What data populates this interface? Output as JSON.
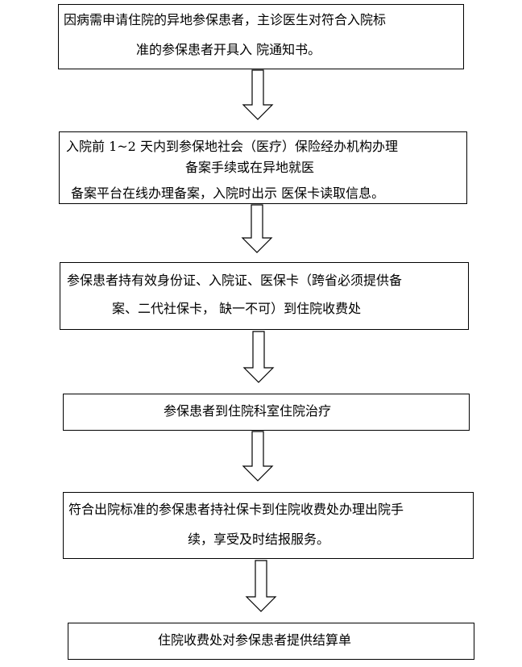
{
  "steps": [
    {
      "lines": [
        "因病需申请住院的异地参保患者，主诊医生对符合入院标",
        "准的参保患者开具入 院通知书。"
      ]
    },
    {
      "lines": [
        "入院前 1~2 天内到参保地社会（医疗）保险经办机构办理",
        "备案手续或在异地就医",
        "备案平台在线办理备案，入院时出示 医保卡读取信息。"
      ]
    },
    {
      "lines": [
        "参保患者持有效身份证、入院证、医保卡（跨省必须提供备",
        "案、二代社保卡， 缺一不可）到住院收费处"
      ]
    },
    {
      "lines": [
        "参保患者到住院科室住院治疗"
      ]
    },
    {
      "lines": [
        "符合出院标准的参保患者持社保卡到住院收费处办理出院手",
        "续，享受及时结报服务。"
      ]
    },
    {
      "lines": [
        "住院收费处对参保患者提供结算单"
      ]
    }
  ]
}
